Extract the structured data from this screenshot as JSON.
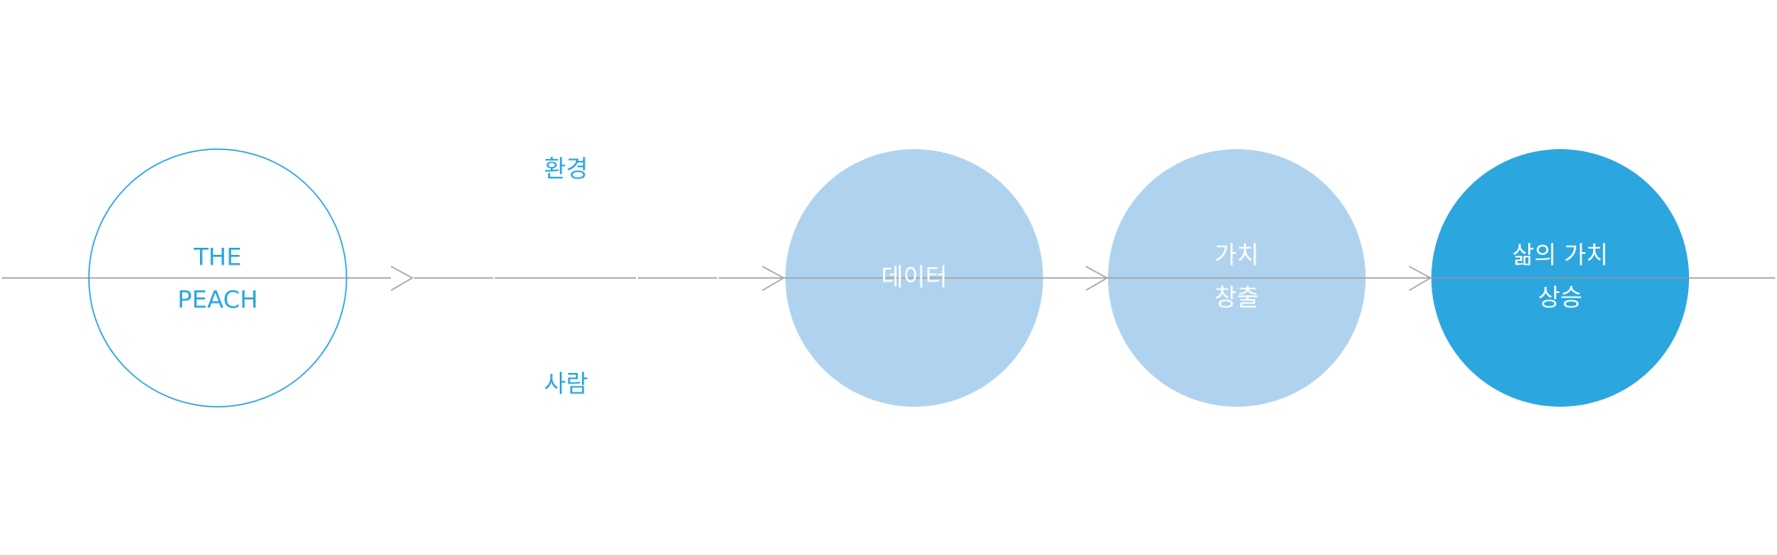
{
  "colors": {
    "accent": "#2ba6df",
    "light_fill": "#afd3ef",
    "dark_fill": "#2ba6df",
    "line": "#a6a6a6",
    "text_on_fill": "#ffffff"
  },
  "nodes": [
    {
      "id": "the-peach",
      "style": "outline",
      "lines": [
        "THE",
        "PEACH"
      ]
    },
    {
      "id": "data",
      "style": "light",
      "lines": [
        "데이터"
      ]
    },
    {
      "id": "value-creation",
      "style": "light",
      "lines": [
        "가치",
        "창출"
      ]
    },
    {
      "id": "life-value-rise",
      "style": "dark",
      "lines": [
        "삶의 가치",
        "상승"
      ]
    }
  ],
  "side_labels": {
    "top": "환경",
    "bottom": "사람"
  }
}
